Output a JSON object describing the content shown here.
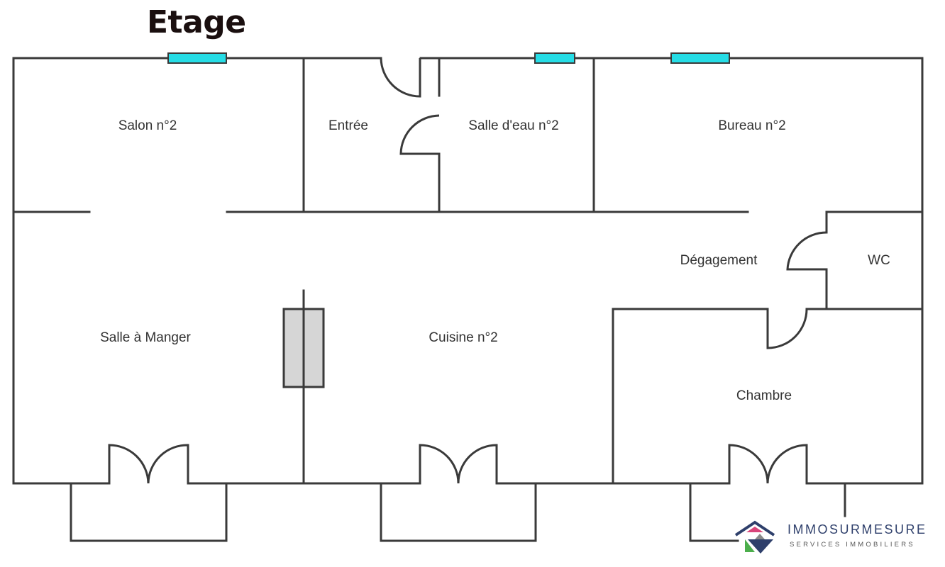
{
  "title": "Etage",
  "rooms": {
    "salon": "Salon n°2",
    "entree": "Entrée",
    "salle_eau": "Salle d'eau n°2",
    "bureau": "Bureau n°2",
    "degagement": "Dégagement",
    "wc": "WC",
    "salle_manger": "Salle à Manger",
    "cuisine": "Cuisine n°2",
    "chambre": "Chambre"
  },
  "logo": {
    "name": "IMMOSURMESURE",
    "tagline": "SERVICES IMMOBILIERS",
    "colors": {
      "pink": "#d9457a",
      "green": "#4cae4c",
      "navy": "#2e3f6b",
      "gray": "#8a8a8a"
    }
  },
  "colors": {
    "wall": "#3a3a3a",
    "window": "#26dde6",
    "chimney": "#d6d6d6"
  }
}
